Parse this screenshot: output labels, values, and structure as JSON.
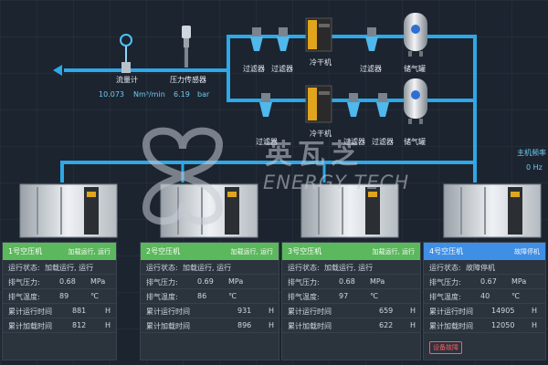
{
  "pipeline": {
    "flow_meter_label": "流量计",
    "pressure_sensor_label": "压力传感器",
    "flow_value": "10.073",
    "flow_unit": "Nm³/min",
    "pressure_value": "6.19",
    "pressure_unit": "bar",
    "filter_label": "过滤器",
    "dryer_label": "冷干机",
    "tank_label": "储气罐",
    "host_freq_label": "主机频率",
    "host_freq_value": "0",
    "host_freq_unit": "Hz"
  },
  "watermark": {
    "cn": "英瓦芝",
    "en": "ENERGY TECH"
  },
  "field_labels": {
    "status": "运行状态:",
    "exhaust_pressure": "排气压力:",
    "exhaust_temp": "排气温度:",
    "run_time": "累计运行时间",
    "load_time": "累计加载时间"
  },
  "units": {
    "pressure": "MPa",
    "temp": "℃",
    "hours": "H"
  },
  "compressors": [
    {
      "name": "1号空压机",
      "state": "加载运行, 运行",
      "status": "加载运行, 运行",
      "pressure": "0.68",
      "temp": "89",
      "run_time": "881",
      "load_time": "812"
    },
    {
      "name": "2号空压机",
      "state": "加载运行, 运行",
      "status": "加载运行, 运行",
      "pressure": "0.69",
      "temp": "86",
      "run_time": "931",
      "load_time": "896"
    },
    {
      "name": "3号空压机",
      "state": "加载运行, 运行",
      "status": "加载运行, 运行",
      "pressure": "0.68",
      "temp": "97",
      "run_time": "659",
      "load_time": "622"
    },
    {
      "name": "4号空压机",
      "state": "故障停机",
      "status": "故障停机",
      "pressure": "0.67",
      "temp": "40",
      "run_time": "14905",
      "load_time": "12050",
      "fault_badge": "设备故障"
    }
  ],
  "colors": {
    "pipe": "#2ea8e6",
    "running_header": "#5cb85c",
    "fault_header": "#3f8fe6",
    "fault_text": "#ff5b5b"
  }
}
